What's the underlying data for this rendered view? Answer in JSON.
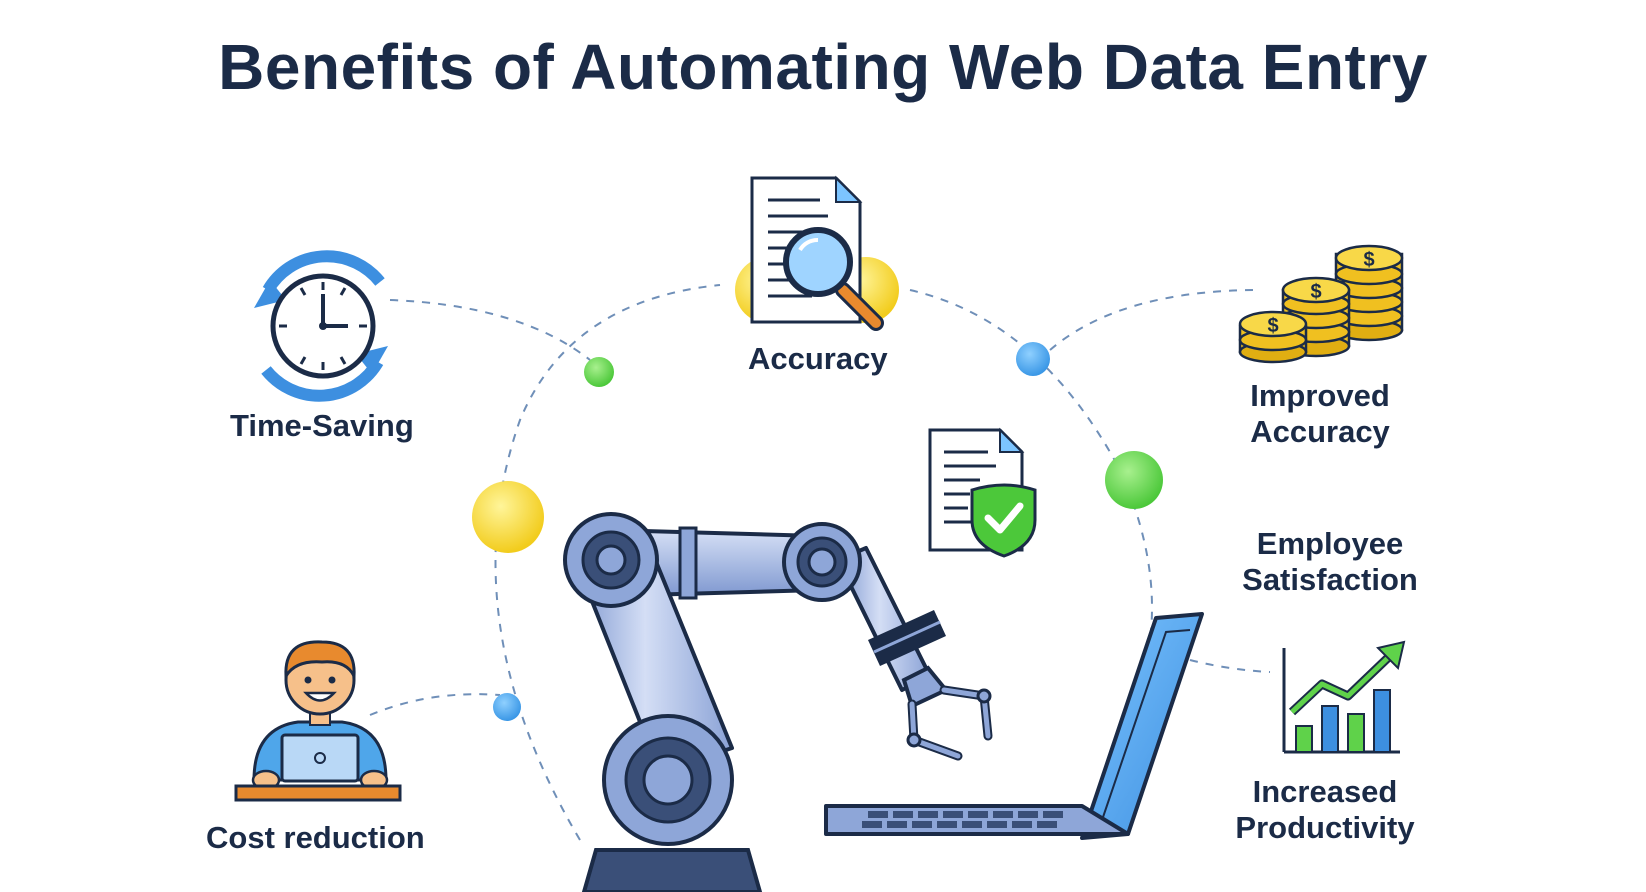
{
  "title": "Benefits of Automating Web Data Entry",
  "benefits": {
    "time_saving": "Time-Saving",
    "accuracy": "Accuracy",
    "improved_accuracy": [
      "Improved",
      "Accuracy"
    ],
    "employee_satisfaction": [
      "Employee",
      "Satisfaction"
    ],
    "cost_reduction": "Cost reduction",
    "increased_productivity": [
      "Increased",
      "Productivity"
    ]
  },
  "icons": {
    "time_saving": "clock-cycle-icon",
    "accuracy": "document-magnifier-icon",
    "improved_accuracy": "coin-stacks-icon",
    "employee_satisfaction": "document-shield-check-icon",
    "cost_reduction": "person-laptop-icon",
    "increased_productivity": "bar-chart-arrow-icon",
    "central": "robot-arm-laptop-icon"
  },
  "coins": {
    "symbol": "$"
  },
  "colors": {
    "title": "#1b2b47",
    "blue": "#3d8fe0",
    "green": "#5fd24a",
    "yellow": "#f5d22a",
    "orange": "#e88a2e",
    "robot": "#8ea6d8"
  }
}
